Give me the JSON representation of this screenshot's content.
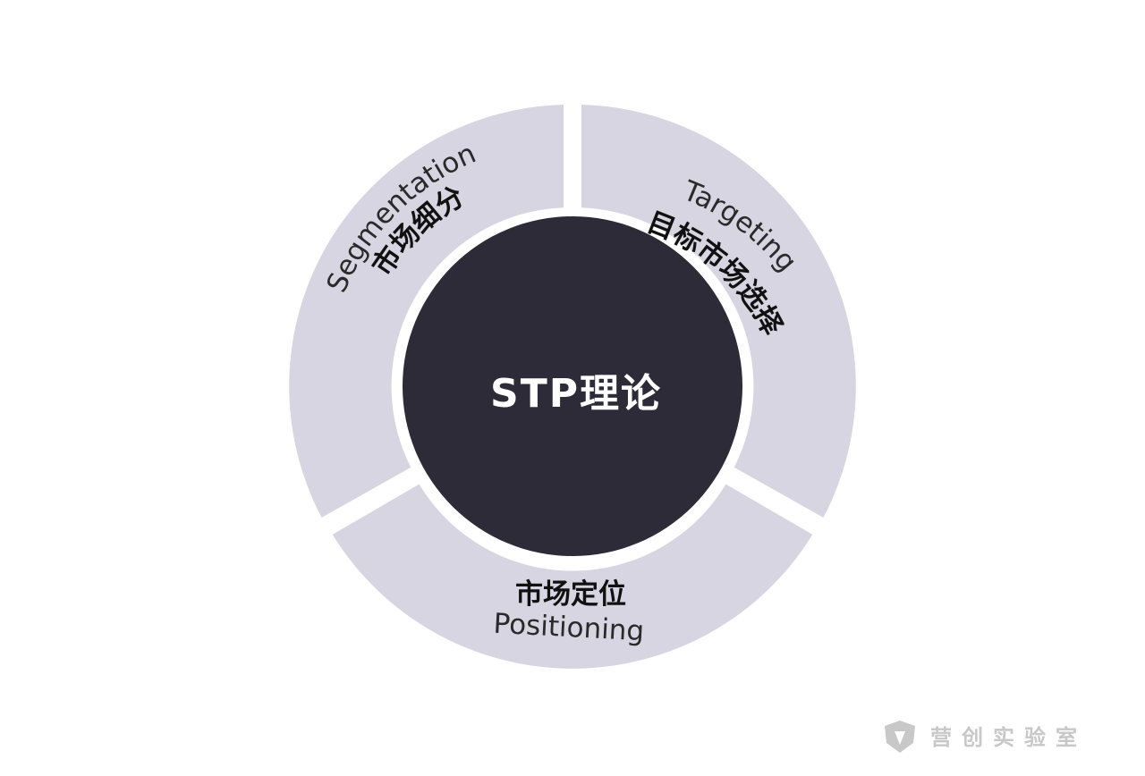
{
  "center": {
    "title": "STP理论"
  },
  "segments": [
    {
      "id": "segmentation",
      "en": "Segmentation",
      "zh": "市场细分"
    },
    {
      "id": "targeting",
      "en": "Targeting",
      "zh": "目标市场选择"
    },
    {
      "id": "positioning",
      "en": "Positioning",
      "zh": "市场定位"
    }
  ],
  "brand": {
    "text": "营创实验室",
    "icon": "shield-logo-icon"
  },
  "colors": {
    "ring": "#d6d5e1",
    "core": "#2d2b37",
    "background": "#ffffff",
    "watermark": "#c8c8c8"
  }
}
